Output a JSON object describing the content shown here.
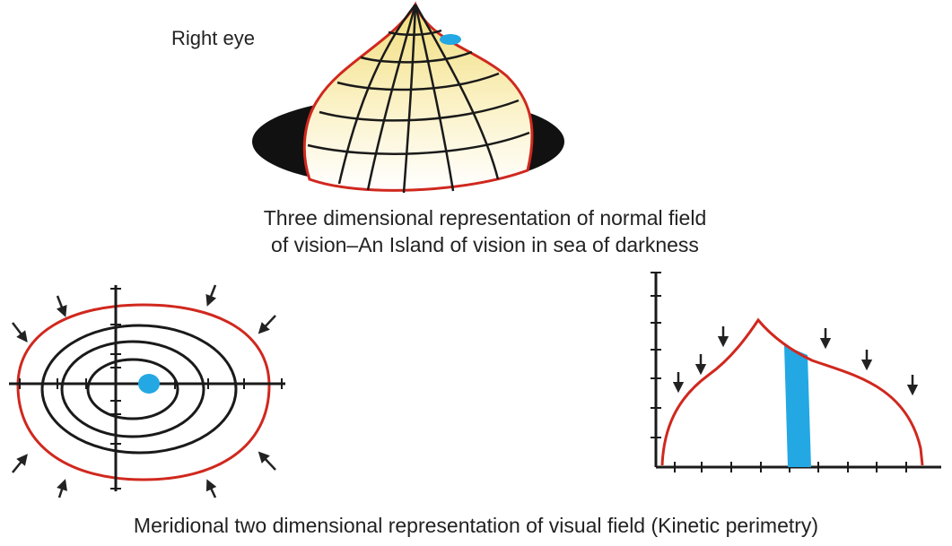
{
  "labels": {
    "right_eye": "Right eye"
  },
  "captions": {
    "three_d_line1": "Three dimensional representation of normal field",
    "three_d_line2": "of vision–An Island of vision in sea of darkness",
    "two_d": "Meridional two dimensional representation of visual field (Kinetic perimetry)"
  },
  "colors": {
    "boundary": "#d0281e",
    "blind_spot": "#23a8e3",
    "sea": "#111111",
    "island_top": "#f3e38c",
    "island_bottom": "#ffffff",
    "ink": "#222222"
  }
}
